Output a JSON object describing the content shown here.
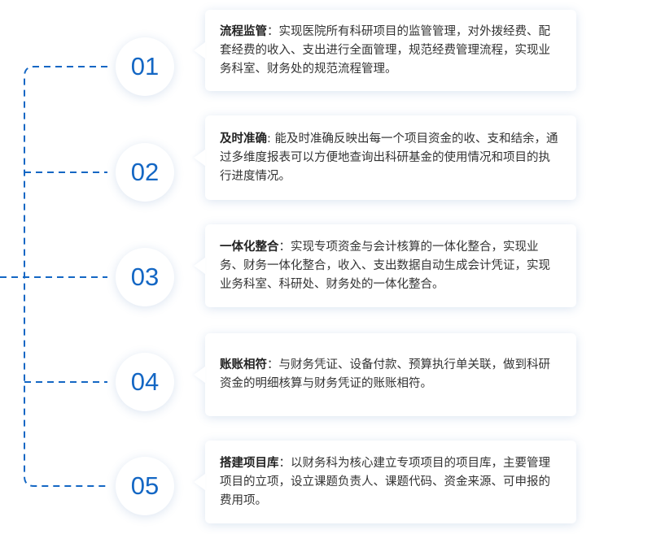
{
  "accent_color": "#1467c4",
  "items": [
    {
      "number": "01",
      "title": "流程监管",
      "sep": "：",
      "text": "实现医院所有科研项目的监管管理，对外拨经费、配套经费的收入、支出进行全面管理，规范经费管理流程，实现业务科室、财务处的规范流程管理。"
    },
    {
      "number": "02",
      "title": "及时准确",
      "sep": ": ",
      "text": "能及时准确反映出每一个项目资金的收、支和结余，通过多维度报表可以方便地查询出科研基金的使用情况和项目的执行进度情况。"
    },
    {
      "number": "03",
      "title": "一体化整合",
      "sep": "：",
      "text": "实现专项资金与会计核算的一体化整合，实现业务、财务一体化整合，收入、支出数据自动生成会计凭证，实现业务科室、科研处、财务处的一体化整合。"
    },
    {
      "number": "04",
      "title": "账账相符",
      "sep": "：",
      "text": "与财务凭证、设备付款、预算执行单关联，做到科研资金的明细核算与财务凭证的账账相符。"
    },
    {
      "number": "05",
      "title": "搭建项目库",
      "sep": "：",
      "text": "以财务科为核心建立专项项目的项目库，主要管理项目的立项，设立课题负责人、课题代码、资金来源、可申报的费用项。"
    }
  ]
}
